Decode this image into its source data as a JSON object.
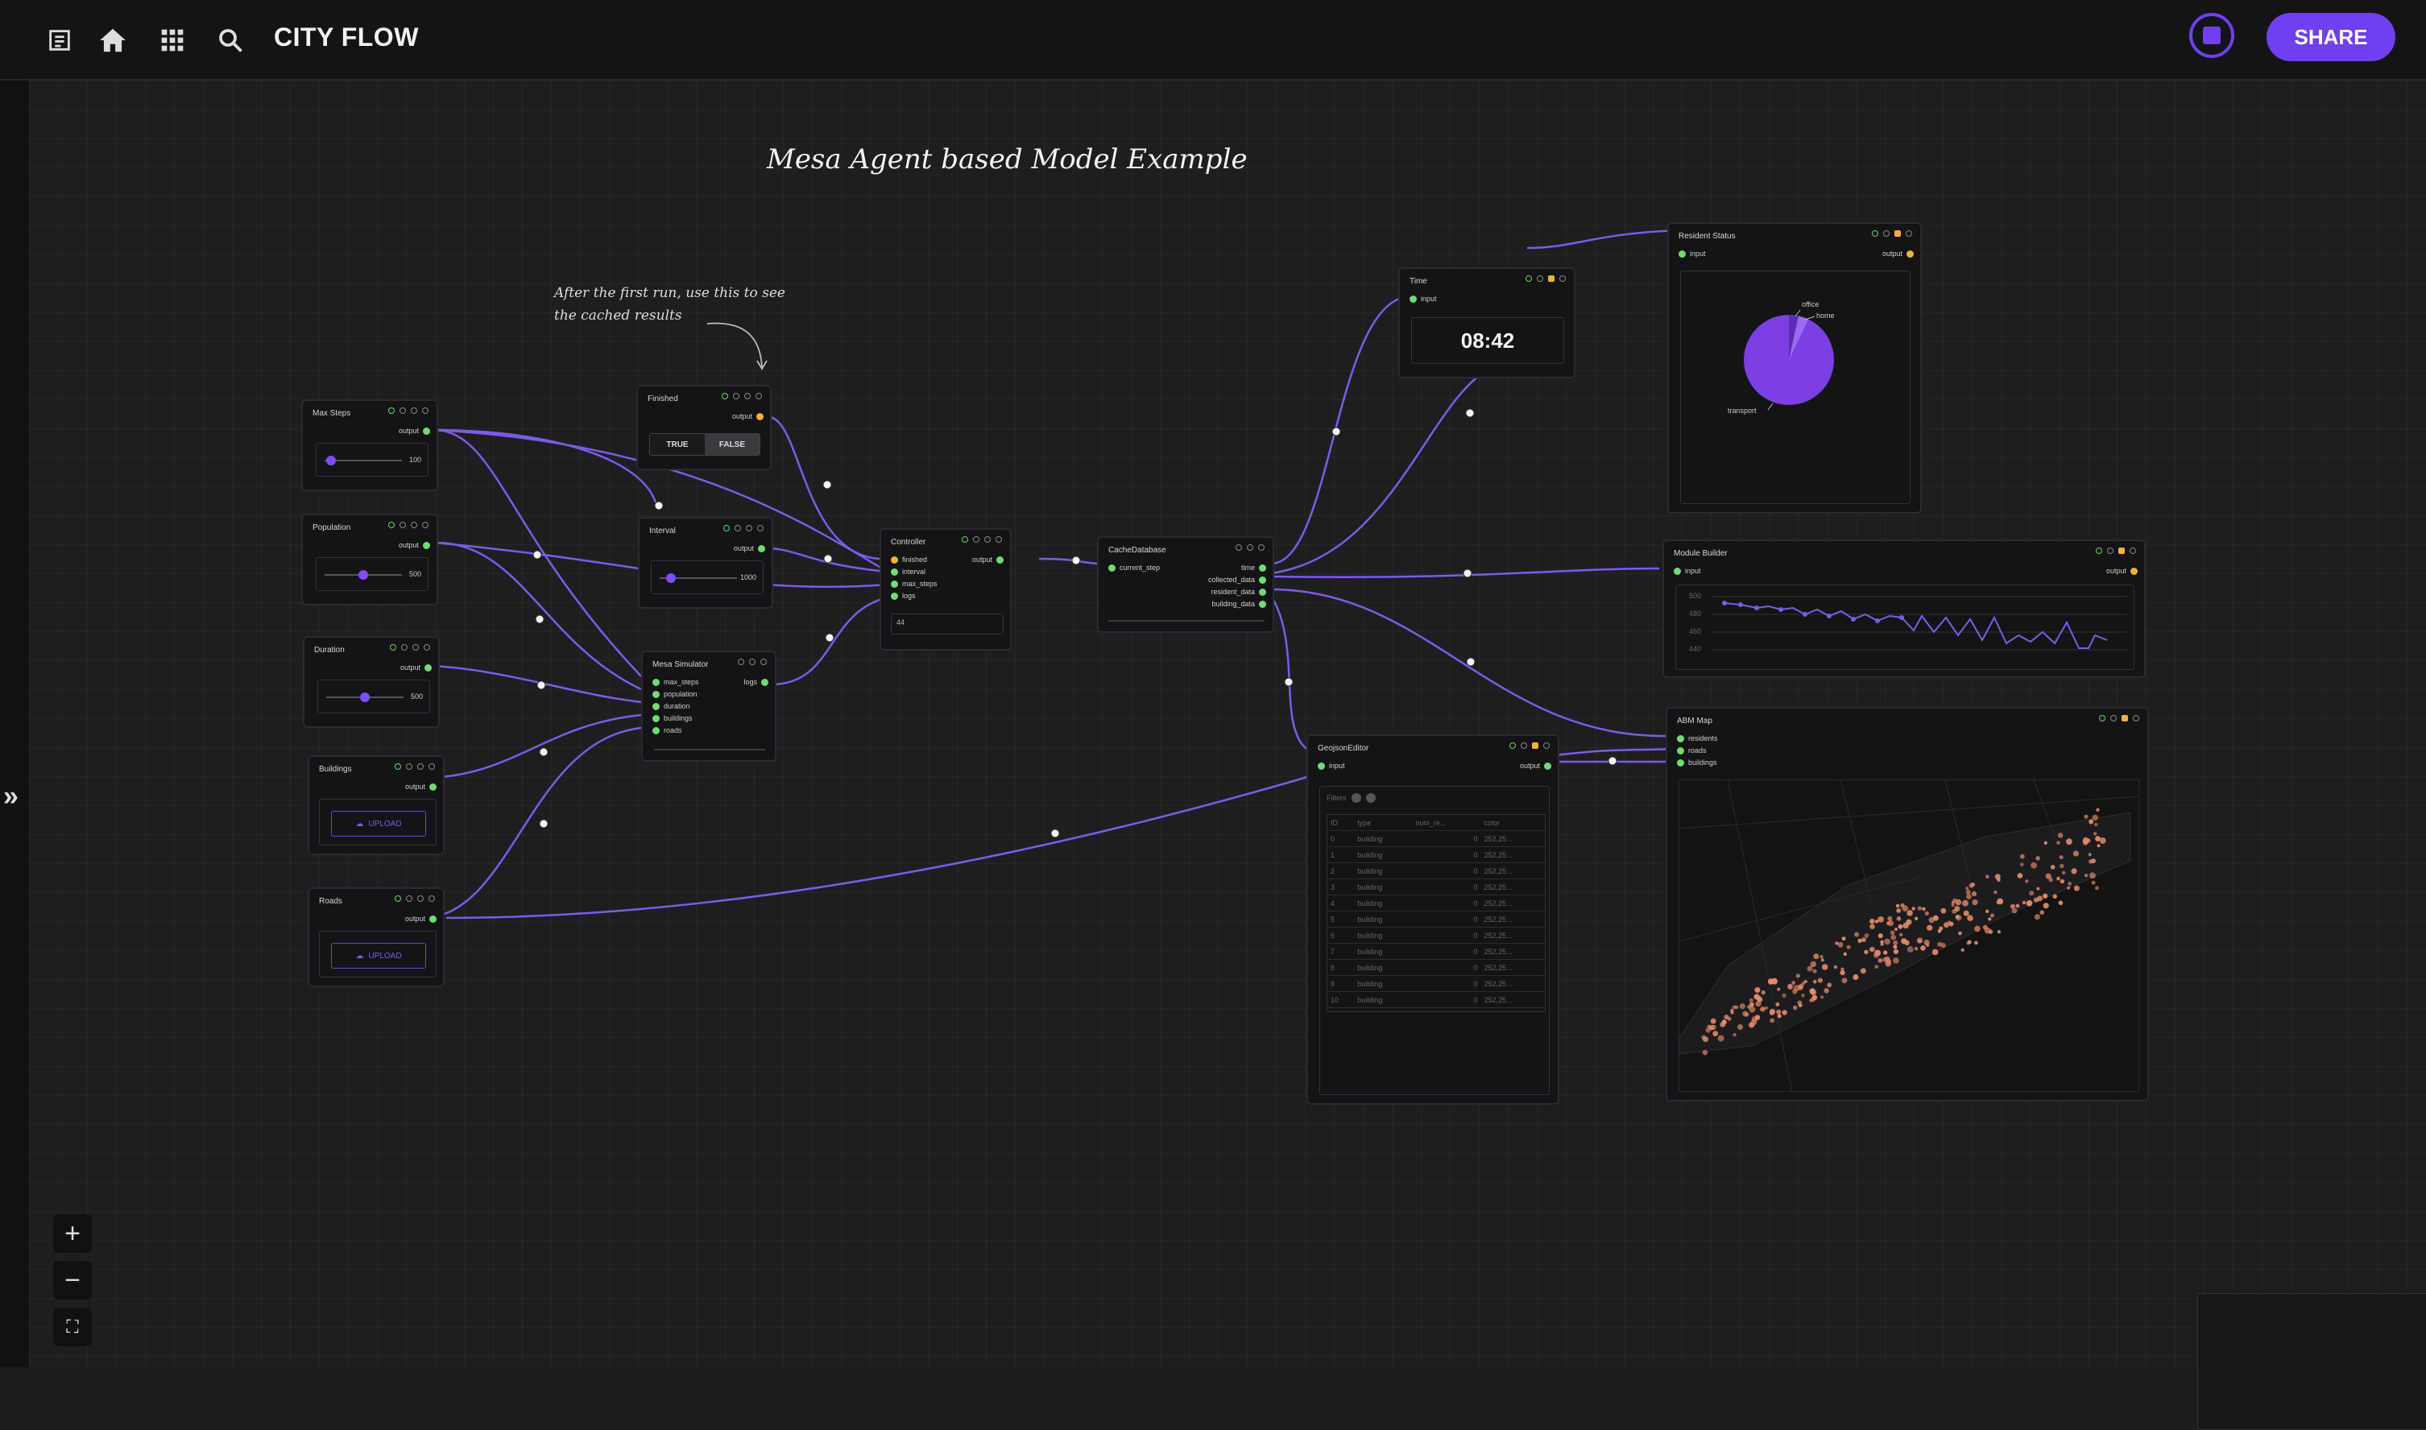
{
  "app": {
    "title": "CITY FLOW",
    "share_label": "SHARE"
  },
  "icons": [
    "list-icon",
    "home-icon",
    "apps-icon",
    "search-icon",
    "stop-icon",
    "expand-sidebar-icon",
    "zoom-in-icon",
    "zoom-out-icon",
    "fit-view-icon"
  ],
  "colors": {
    "accent": "#6f3ff0",
    "port_connected": "#6fdc74",
    "port_output": "#f2b234",
    "edge": "#7c5ce6"
  },
  "canvas": {
    "title": "Mesa Agent based Model Example",
    "note": "After the first run, use this to see the cached results"
  },
  "nodes": {
    "max_steps": {
      "title": "Max Steps",
      "output": "output",
      "value": "100",
      "fraction": 0.08
    },
    "population": {
      "title": "Population",
      "output": "output",
      "value": "500",
      "fraction": 0.5
    },
    "duration": {
      "title": "Duration",
      "output": "output",
      "value": "500",
      "fraction": 0.5
    },
    "buildings": {
      "title": "Buildings",
      "output": "output",
      "upload": "UPLOAD"
    },
    "roads": {
      "title": "Roads",
      "output": "output",
      "upload": "UPLOAD"
    },
    "finished": {
      "title": "Finished",
      "output": "output",
      "true_label": "TRUE",
      "false_label": "FALSE",
      "selected": "FALSE"
    },
    "interval": {
      "title": "Interval",
      "output": "output",
      "value": "1000",
      "fraction": 0.15
    },
    "mesa": {
      "title": "Mesa Simulator",
      "inputs": [
        "max_steps",
        "population",
        "duration",
        "buildings",
        "roads"
      ],
      "output": "logs"
    },
    "controller": {
      "title": "Controller",
      "inputs": [
        "finished",
        "interval",
        "max_steps",
        "logs"
      ],
      "output": "output",
      "value": "44"
    },
    "cache": {
      "title": "CacheDatabase",
      "input": "current_step",
      "outputs": [
        "time",
        "collected_data",
        "resident_data",
        "building_data"
      ]
    },
    "time": {
      "title": "Time",
      "input": "input",
      "value": "08:42"
    },
    "resident": {
      "title": "Resident Status",
      "input": "input",
      "output": "output",
      "labels": [
        "office",
        "home",
        "transport"
      ]
    },
    "module": {
      "title": "Module Builder",
      "input": "input",
      "output": "output",
      "yticks": [
        "500",
        "480",
        "460",
        "440"
      ]
    },
    "geojson": {
      "title": "GeojsonEditor",
      "input": "input",
      "output": "output",
      "filters_label": "Filters",
      "columns": [
        "ID",
        "type",
        "num_re...",
        "color"
      ],
      "rows": [
        [
          "0",
          "building",
          "0",
          "252,25..."
        ],
        [
          "1",
          "building",
          "0",
          "252,25..."
        ],
        [
          "2",
          "building",
          "0",
          "252,25..."
        ],
        [
          "3",
          "building",
          "0",
          "252,25..."
        ],
        [
          "4",
          "building",
          "0",
          "252,25..."
        ],
        [
          "5",
          "building",
          "0",
          "252,25..."
        ],
        [
          "6",
          "building",
          "0",
          "252,25..."
        ],
        [
          "7",
          "building",
          "0",
          "252,25..."
        ],
        [
          "8",
          "building",
          "0",
          "252,25..."
        ],
        [
          "9",
          "building",
          "0",
          "252,25..."
        ],
        [
          "10",
          "building",
          "0",
          "252,25..."
        ]
      ]
    },
    "abm": {
      "title": "ABM Map",
      "inputs": [
        "residents",
        "roads",
        "buildings"
      ]
    }
  }
}
